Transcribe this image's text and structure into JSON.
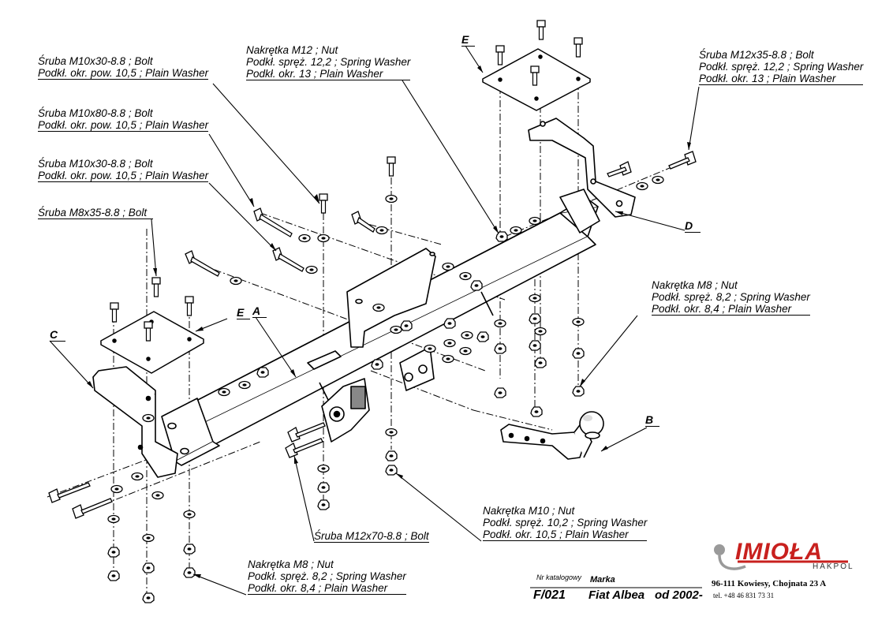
{
  "labels": {
    "bolt_m10x30_top": [
      "Śruba M10x30-8.8  ;  Bolt",
      "Podkł. okr. pow. 10,5  ; Plain Washer"
    ],
    "bolt_m10x80": [
      "Śruba M10x80-8.8  ;  Bolt",
      "Podkł. okr. pow. 10,5  ; Plain Washer"
    ],
    "bolt_m10x30_mid": [
      "Śruba M10x30-8.8  ;  Bolt",
      "Podkł. okr. pow. 10,5  ; Plain Washer"
    ],
    "bolt_m8x35": [
      "Śruba M8x35-8.8  ;  Bolt"
    ],
    "nut_m12": [
      "Nakrętka  M12 ; Nut",
      "Podkł. spręż. 12,2 ; Spring Washer",
      "Podkł. okr. 13  ; Plain Washer"
    ],
    "bolt_m12x35": [
      "Śruba M12x35-8.8  ;  Bolt",
      "Podkł. spręż. 12,2 ; Spring Washer",
      "Podkł. okr. 13  ; Plain Washer"
    ],
    "nut_m8_right": [
      "Nakrętka  M8 ; Nut",
      "Podkł. spręż. 8,2 ; Spring Washer",
      "Podkł. okr. 8,4   ; Plain Washer"
    ],
    "nut_m10": [
      "Nakrętka  M10 ; Nut",
      "Podkł. spręż. 10,2 ; Spring Washer",
      "Podkł. okr. 10,5   ; Plain Washer"
    ],
    "bolt_m12x70": [
      "Śruba M12x70-8.8   ;  Bolt"
    ],
    "nut_m8_bottom": [
      "Nakrętka  M8 ; Nut",
      "Podkł. spręż. 8,2 ; Spring Washer",
      "Podkł. okr. 8,4   ; Plain Washer"
    ]
  },
  "part_letters": {
    "a": "A",
    "b": "B",
    "c": "C",
    "d": "D",
    "e_top": "E",
    "e_left": "E"
  },
  "title_block": {
    "catalog_caption": "Nr katalogowy",
    "catalog_number": "F/021",
    "make_caption": "Marka",
    "make_model": "Fiat Albea",
    "year": "od 2002-"
  },
  "company": {
    "logo_text": "IMIOŁA",
    "logo_sub": "HAKPOL",
    "address": "96-111 Kowiesy, Chojnata 23 A",
    "phone": "tel. +48 46 831 73 31",
    "brand_color": "#c8201e"
  }
}
